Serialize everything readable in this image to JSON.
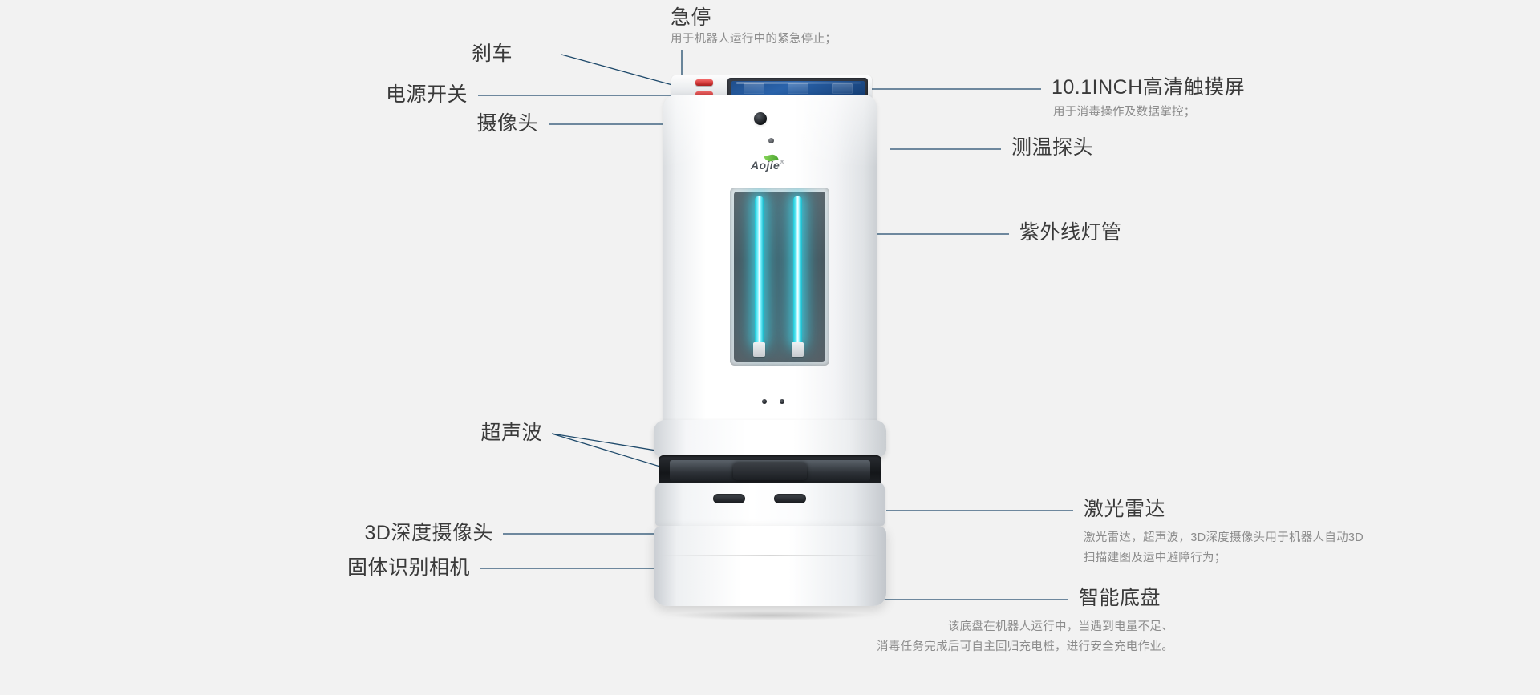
{
  "page": {
    "background_color": "#f2f2f2",
    "title_color": "#3a3a3a",
    "subtitle_color": "#8c8c8c",
    "leader_line_color": "#1f4a6b"
  },
  "product": {
    "brand_text": "Aojie",
    "brand_registered_mark": "®"
  },
  "callouts": {
    "left": [
      {
        "id": "brake",
        "title": "刹车",
        "subtitle": ""
      },
      {
        "id": "power-switch",
        "title": "电源开关",
        "subtitle": ""
      },
      {
        "id": "camera",
        "title": "摄像头",
        "subtitle": ""
      },
      {
        "id": "ultrasonic",
        "title": "超声波",
        "subtitle": ""
      },
      {
        "id": "depth-camera-3d",
        "title": "3D深度摄像头",
        "subtitle": ""
      },
      {
        "id": "solid-recognition-camera",
        "title": "固体识别相机",
        "subtitle": ""
      }
    ],
    "top": [
      {
        "id": "emergency-stop",
        "title": "急停",
        "subtitle": "用于机器人运行中的紧急停止；"
      }
    ],
    "right": [
      {
        "id": "touchscreen",
        "title": "10.1INCH高清触摸屏",
        "subtitle": "用于消毒操作及数据掌控；"
      },
      {
        "id": "temperature-probe",
        "title": "测温探头",
        "subtitle": ""
      },
      {
        "id": "uv-lamp-tube",
        "title": "紫外线灯管",
        "subtitle": ""
      },
      {
        "id": "lidar",
        "title": "激光雷达",
        "subtitle_line1": "激光雷达，超声波，3D深度摄像头用于机器人自动3D",
        "subtitle_line2": "扫描建图及运中避障行为；"
      },
      {
        "id": "smart-chassis",
        "title": "智能底盘",
        "subtitle_line1": "该底盘在机器人运行中，当遇到电量不足、",
        "subtitle_line2": "消毒任务完成后可自主回归充电桩，进行安全充电作业。"
      }
    ]
  }
}
